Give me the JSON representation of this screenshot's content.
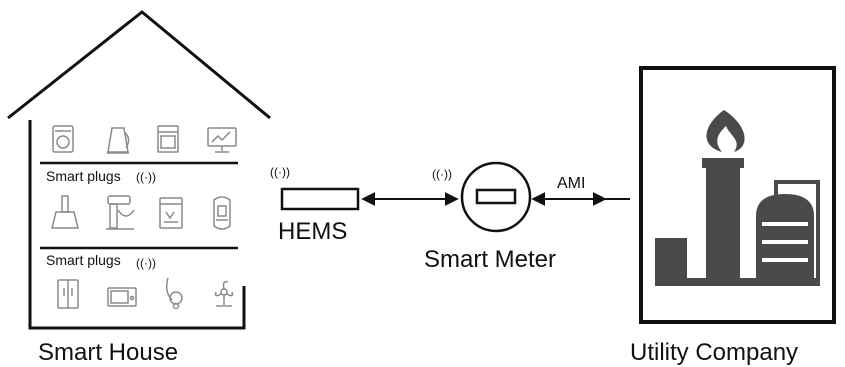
{
  "house": {
    "caption": "Smart House",
    "plugs_row1_label": "Smart plugs",
    "plugs_row2_label": "Smart plugs",
    "plug_signal_glyph": "((·))",
    "appliances_row1": [
      "washing-machine-icon",
      "kettle-icon",
      "oven-icon",
      "monitor-icon"
    ],
    "appliances_row2": [
      "range-hood-icon",
      "stand-mixer-icon",
      "dishwasher-icon",
      "coffee-machine-icon"
    ],
    "appliances_row3": [
      "refrigerator-icon",
      "microwave-icon",
      "vacuum-cleaner-icon",
      "fan-icon"
    ]
  },
  "hems": {
    "label": "HEMS",
    "signal_glyph": "((·))"
  },
  "meter": {
    "label": "Smart Meter",
    "signal_glyph": "((·))"
  },
  "link": {
    "label": "AMI"
  },
  "utility": {
    "caption": "Utility Company"
  },
  "colors": {
    "line": "#111111",
    "appliance": "#8a8a8a",
    "plant": "#4a4a4a"
  }
}
